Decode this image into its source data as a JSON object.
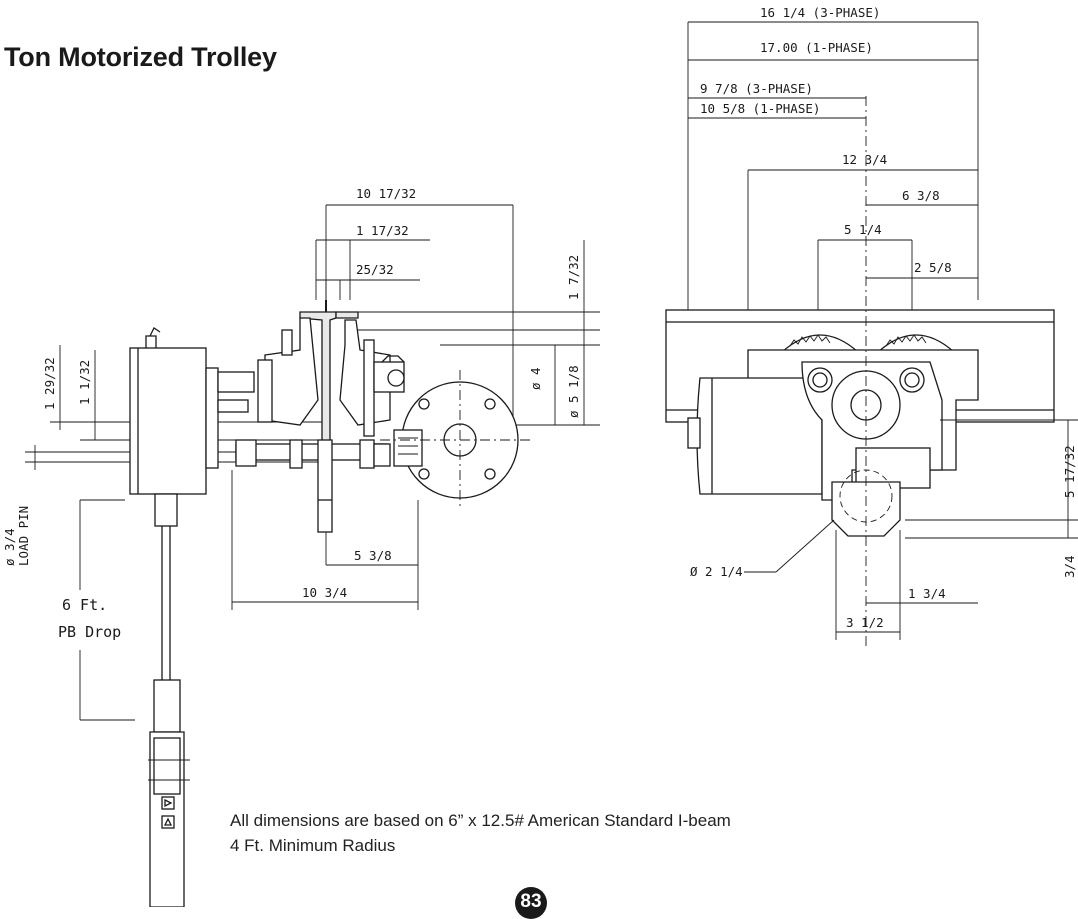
{
  "title": "Ton   Motorized Trolley",
  "notes": {
    "line1": "All dimensions are based on 6” x 12.5# American Standard I-beam",
    "line2": "4 Ft. Minimum Radius"
  },
  "page_number": "83",
  "side_view": {
    "dim_overall": "10 17/32",
    "dim_flange": "1 17/32",
    "dim_web": "25/32",
    "dim_top": "1 7/32",
    "dim_wheel": "ø 4",
    "dim_wheel_outer": "ø 5 1/8",
    "dim_a": "1 29/32",
    "dim_b": "1 1/32",
    "dim_load_pin": "ø 3/4",
    "label_load_pin": "LOAD PIN",
    "dim_center": "5 3/8",
    "dim_bottom": "10 3/4",
    "label_pb_1": "6 Ft.",
    "label_pb_2": "PB Drop"
  },
  "front_view": {
    "dim_overall_3p": "16 1/4 (3-PHASE)",
    "dim_overall_1p": "17.00 (1-PHASE)",
    "dim_motor_3p": "9 7/8 (3-PHASE)",
    "dim_motor_1p": "10 5/8 (1-PHASE)",
    "dim_frame": "12 3/4",
    "dim_half_frame": "6 3/8",
    "dim_wheels": "5 1/4",
    "dim_half_wheels": "2 5/8",
    "dim_height": "5 17/32",
    "dim_small": "3/4",
    "dim_pin_dia": "Ø  2 1/4",
    "dim_offset": "1 3/4",
    "dim_width": "3 1/2"
  }
}
